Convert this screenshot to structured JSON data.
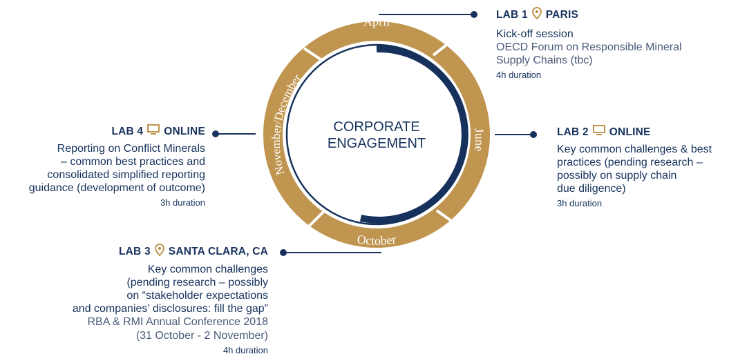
{
  "center": {
    "line1": "CORPORATE",
    "line2": "ENGAGEMENT"
  },
  "segments": [
    "April",
    "June",
    "October",
    "November/December"
  ],
  "colors": {
    "gold": "#c0954f",
    "navy": "#16325c",
    "text": "#16325c"
  },
  "labs": {
    "lab1": {
      "number": "LAB 1",
      "icon": "location-pin-icon",
      "location": "PARIS",
      "lines": [
        "Kick-off session"
      ],
      "venue": [
        "OECD Forum on Responsible Mineral",
        "Supply Chains (tbc)"
      ],
      "duration": "4h duration"
    },
    "lab2": {
      "number": "LAB 2",
      "icon": "monitor-icon",
      "location": "ONLINE",
      "lines": [
        "Key common challenges & best",
        "practices (pending research –",
        "possibly on supply chain",
        "due diligence)"
      ],
      "duration": "3h duration"
    },
    "lab3": {
      "number": "LAB 3",
      "icon": "location-pin-icon",
      "location": "SANTA CLARA, CA",
      "lines": [
        "Key common challenges",
        "(pending research – possibly",
        "on “stakeholder expectations",
        "and companies’ disclosures: fill the gap”"
      ],
      "venue": [
        "RBA & RMI Annual Conference 2018",
        "(31 October - 2 November)"
      ],
      "duration": "4h duration"
    },
    "lab4": {
      "number": "LAB 4",
      "icon": "monitor-icon",
      "location": "ONLINE",
      "lines": [
        "Reporting on Conflict Minerals",
        "– common best practices and",
        "consolidated simplified reporting",
        "guidance (development of outcome)"
      ],
      "duration": "3h duration"
    }
  }
}
